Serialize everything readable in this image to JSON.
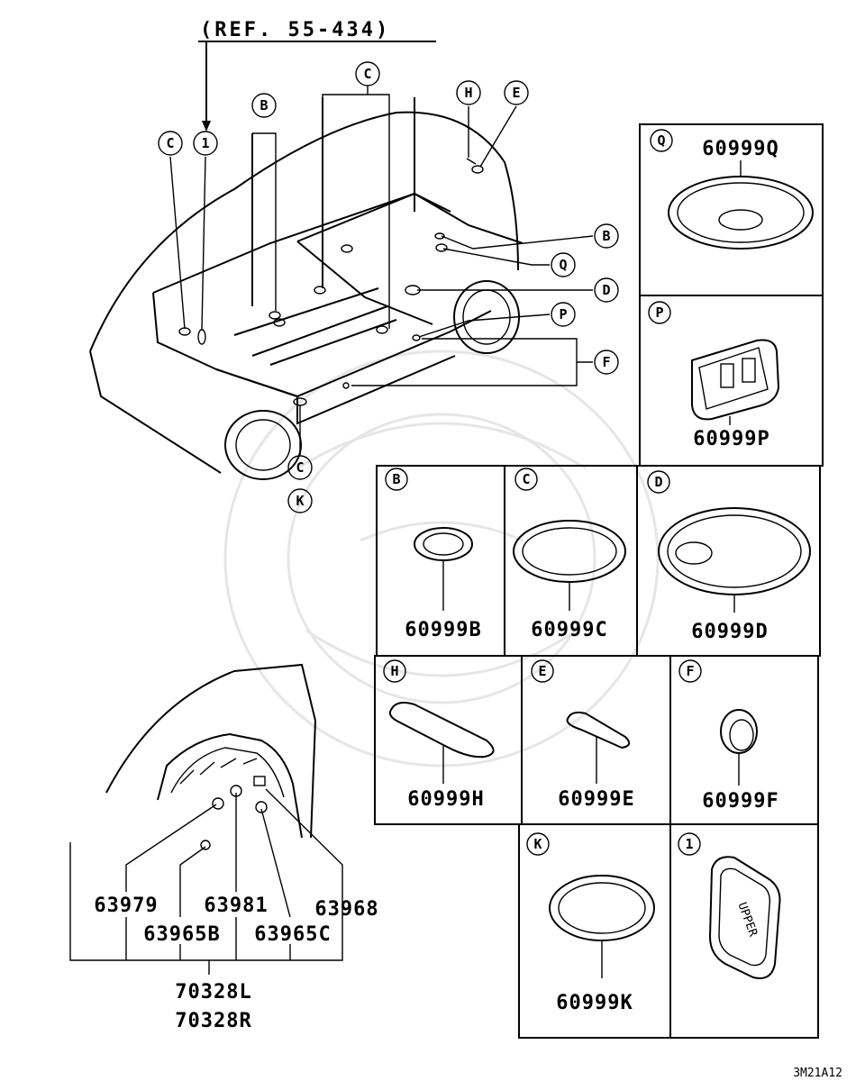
{
  "reference": "(REF. 55-434)",
  "drawing_code": "3M21A12",
  "body_callouts": [
    "C",
    "1",
    "B",
    "C",
    "H",
    "E",
    "B",
    "Q",
    "D",
    "P",
    "F",
    "C",
    "K"
  ],
  "parts": [
    {
      "key": "Q",
      "part_no": "60999Q"
    },
    {
      "key": "P",
      "part_no": "60999P"
    },
    {
      "key": "B",
      "part_no": "60999B"
    },
    {
      "key": "C",
      "part_no": "60999C"
    },
    {
      "key": "D",
      "part_no": "60999D"
    },
    {
      "key": "H",
      "part_no": "60999H"
    },
    {
      "key": "E",
      "part_no": "60999E"
    },
    {
      "key": "F",
      "part_no": "60999F"
    },
    {
      "key": "K",
      "part_no": "60999K"
    },
    {
      "key": "1",
      "part_no": "UPPER"
    }
  ],
  "fender_parts": {
    "p63979": "63979",
    "p63981": "63981",
    "p63968": "63968",
    "p63965B": "63965B",
    "p63965C": "63965C",
    "assy_left": "70328L",
    "assy_right": "70328R"
  }
}
